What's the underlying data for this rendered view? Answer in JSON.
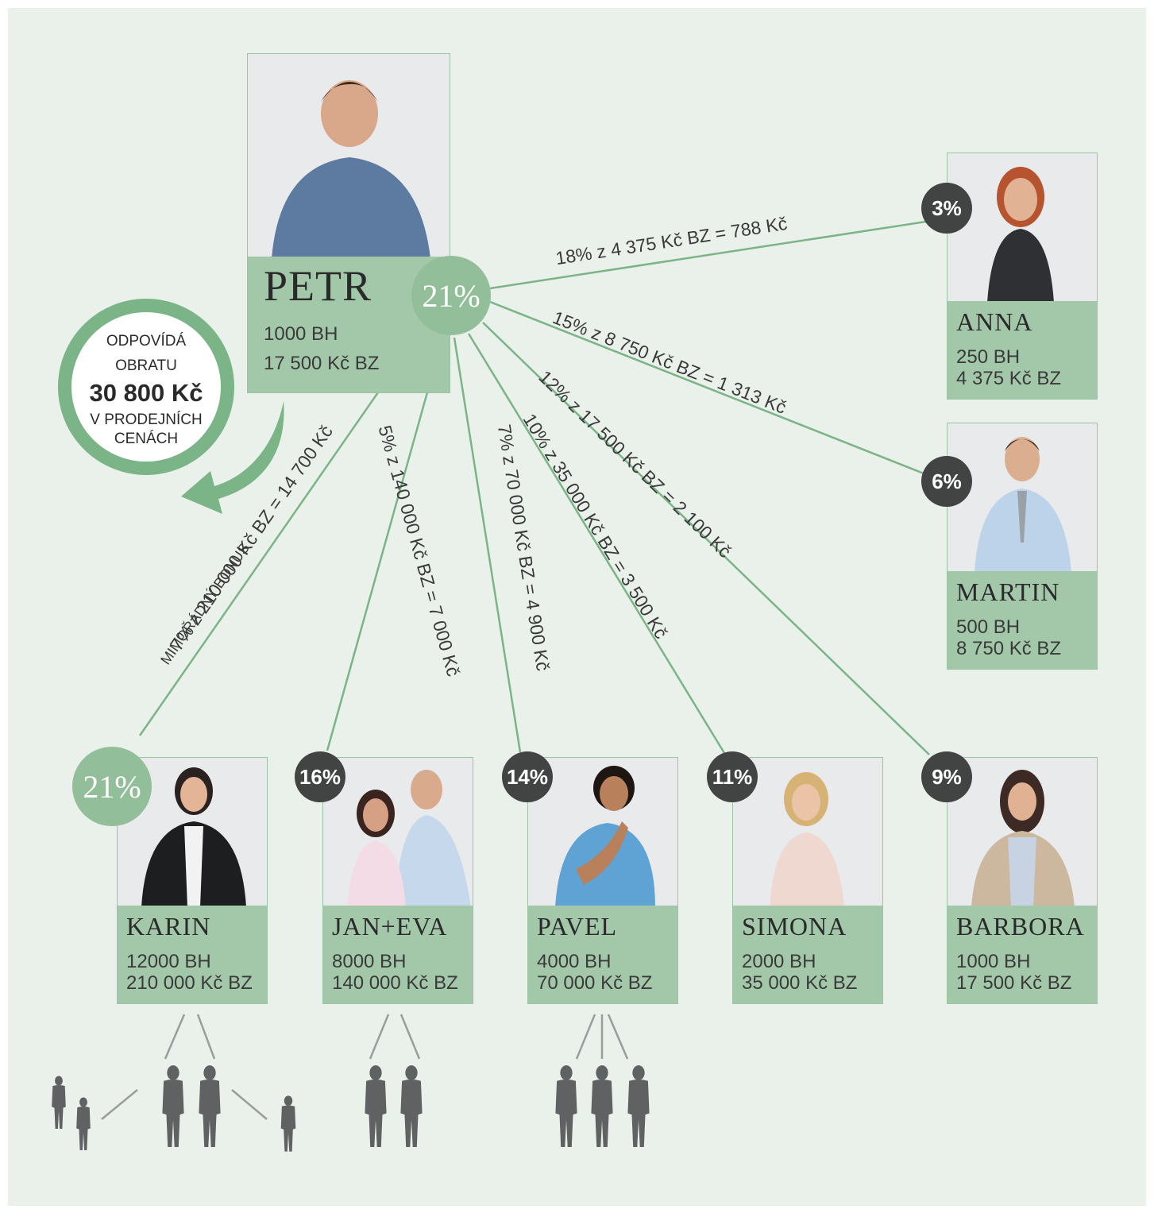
{
  "colors": {
    "background": "#eaf0ea",
    "line": "#7bb487",
    "card_info": "#a3c7a9",
    "badge_dark": "#424343",
    "badge_green": "#93be9a"
  },
  "top": {
    "name": "PETR",
    "bh": "1000 BH",
    "bz": "17 500 Kč BZ",
    "percent": "21%"
  },
  "callout": {
    "line1": "ODPOVÍDÁ",
    "line2": "OBRATU",
    "amount": "30 800 Kč",
    "line3": "V PRODEJNÍCH",
    "line4": "CENÁCH"
  },
  "members": {
    "anna": {
      "name": "ANNA",
      "bh": "250 BH",
      "bz": "4 375 Kč BZ",
      "percent": "3%",
      "link": "18% z 4 375 Kč BZ = 788 Kč"
    },
    "martin": {
      "name": "MARTIN",
      "bh": "500 BH",
      "bz": "8 750 Kč BZ",
      "percent": "6%",
      "link": "15% z 8 750 Kč BZ = 1 313 Kč"
    },
    "karin": {
      "name": "KARIN",
      "bh": "12000 BH",
      "bz": "210 000 Kč BZ",
      "percent": "21%",
      "link": "7% z 210 000 Kč BZ = 14 700 Kč",
      "link2": "MIMOŘÁDNÝ BONUS"
    },
    "janeva": {
      "name": "JAN+EVA",
      "bh": "8000 BH",
      "bz": "140 000 Kč BZ",
      "percent": "16%",
      "link": "5% z 140 000 Kč BZ = 7 000 Kč"
    },
    "pavel": {
      "name": "PAVEL",
      "bh": "4000 BH",
      "bz": "70 000 Kč BZ",
      "percent": "14%",
      "link": "7% z 70 000 Kč BZ = 4 900 Kč"
    },
    "simona": {
      "name": "SIMONA",
      "bh": "2000 BH",
      "bz": "35 000 Kč BZ",
      "percent": "11%",
      "link": "10% z 35 000 Kč BZ = 3 500 Kč"
    },
    "barbora": {
      "name": "BARBORA",
      "bh": "1000 BH",
      "bz": "17 500 Kč BZ",
      "percent": "9%",
      "link": "12% z 17 500 Kč BZ = 2 100 Kč"
    }
  }
}
